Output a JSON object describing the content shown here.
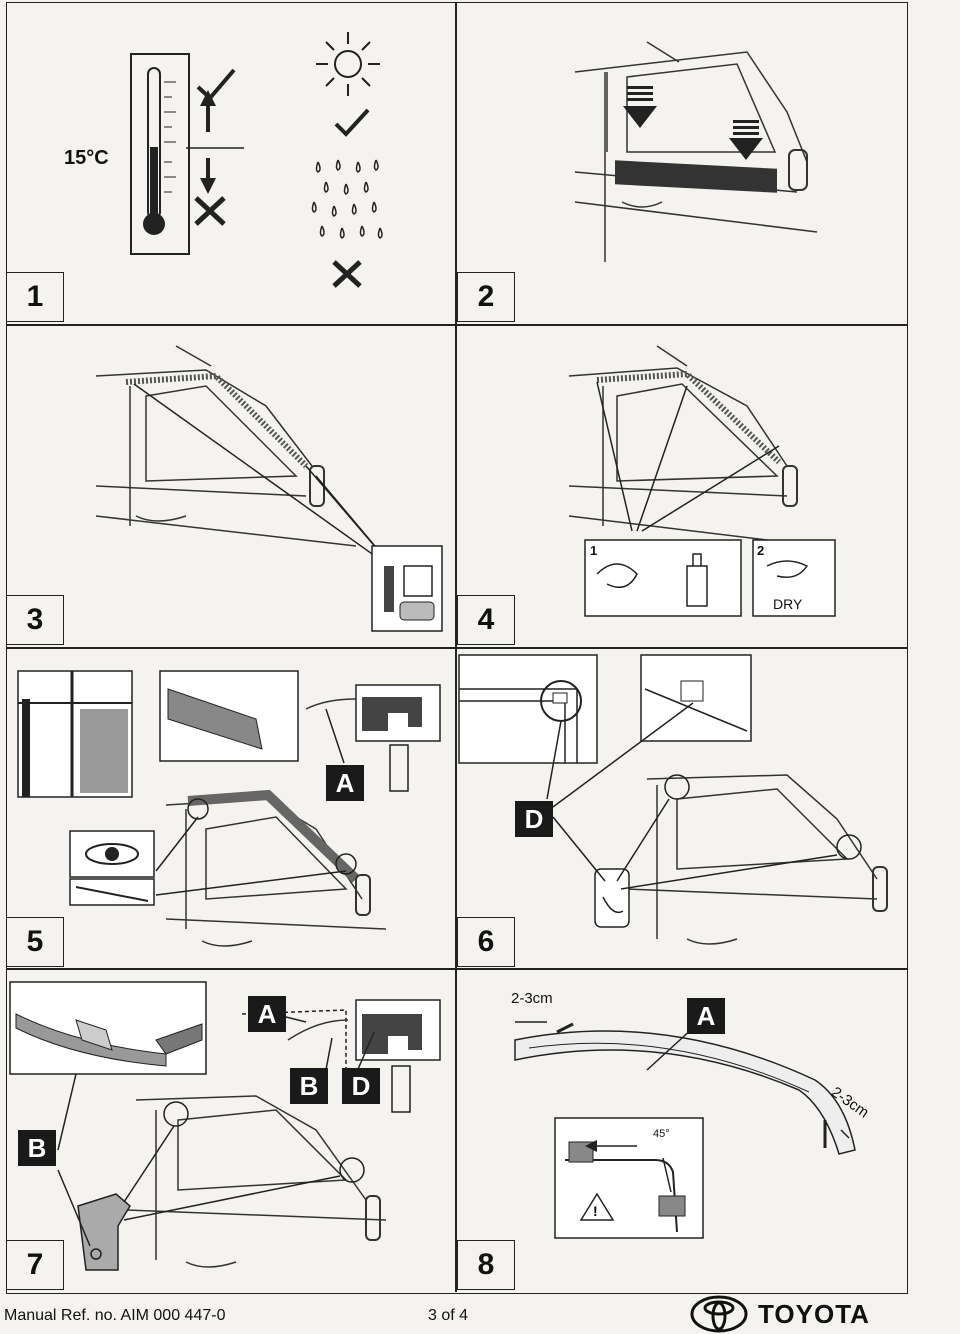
{
  "panels": [
    {
      "number": "1"
    },
    {
      "number": "2"
    },
    {
      "number": "3"
    },
    {
      "number": "4"
    },
    {
      "number": "5"
    },
    {
      "number": "6"
    },
    {
      "number": "7"
    },
    {
      "number": "8"
    }
  ],
  "step1": {
    "temperature": "15°C"
  },
  "step4": {
    "dry_label": "DRY",
    "sub1": "1",
    "sub2": "2"
  },
  "labels": {
    "a": "A",
    "b": "B",
    "d": "D"
  },
  "step8": {
    "gap_left": "2-3cm",
    "gap_right": "2-3cm",
    "angle": "45°"
  },
  "footer": {
    "manual_ref": "Manual Ref. no. AIM 000 447-0",
    "page": "3 of 4",
    "brand": "TOYOTA"
  }
}
